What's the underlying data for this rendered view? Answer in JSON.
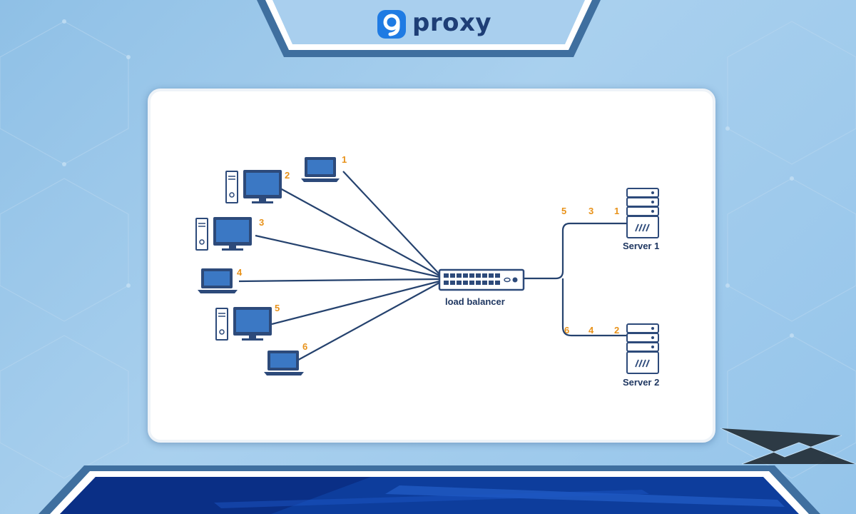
{
  "brand": {
    "name": "proxy",
    "mark": "9"
  },
  "diagram": {
    "balancer_label": "load balancer",
    "clients": [
      {
        "id": "1",
        "device": "laptop"
      },
      {
        "id": "2",
        "device": "desktop"
      },
      {
        "id": "3",
        "device": "desktop"
      },
      {
        "id": "4",
        "device": "laptop"
      },
      {
        "id": "5",
        "device": "desktop"
      },
      {
        "id": "6",
        "device": "laptop"
      }
    ],
    "servers": [
      {
        "label": "Server 1",
        "requests": [
          "5",
          "3",
          "1"
        ]
      },
      {
        "label": "Server 2",
        "requests": [
          "6",
          "4",
          "2"
        ]
      }
    ]
  },
  "colors": {
    "line": "#25426e",
    "device": "#2d4a7a",
    "screen": "#3b78c4",
    "number": "#e8921a",
    "brand": "#1e3e76",
    "brand_mark": "#1f7be3"
  }
}
